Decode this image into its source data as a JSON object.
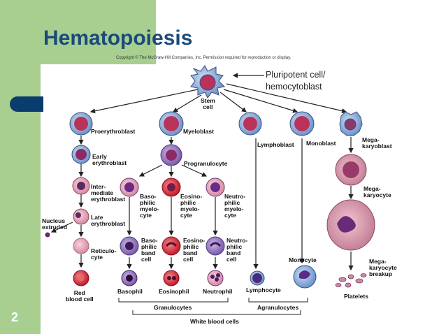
{
  "slide": {
    "title": "Hematopoiesis",
    "number": "2"
  },
  "copyright": "Copyright © The McGraw-Hill Companies, Inc. Permission required for reproduction or display.",
  "note": {
    "line1": "Pluripotent cell/",
    "line2": "hemocytoblast"
  },
  "labels": {
    "stem_cell": "Stem\ncell",
    "proerythroblast": "Proerythroblast",
    "myeloblast": "Myeloblast",
    "lymphoblast": "Lymphoblast",
    "monoblast": "Monoblast",
    "megakaryoblast": "Mega-\nkaryoblast",
    "early_erythroblast": "Early\nerythroblast",
    "progranulocyte": "Progranulocyte",
    "intermediate_erythroblast": "Inter-\nmediate\nerythroblast",
    "basophilic_myelocyte": "Baso-\nphilic\nmyelo-\ncyte",
    "eosinophilic_myelocyte": "Eosino-\nphilic\nmyelo-\ncyte",
    "neutrophilic_myelocyte": "Neutro-\nphilic\nmyelo-\ncyte",
    "megakaryocyte": "Mega-\nkaryocyte",
    "nucleus_extruded": "Nucleus\nextruded",
    "late_erythroblast": "Late\nerythroblast",
    "basophilic_band": "Baso-\nphilic\nband\ncell",
    "eosinophilic_band": "Eosino-\nphilic\nband\ncell",
    "neutrophilic_band": "Neutro-\nphilic\nband\ncell",
    "reticulocyte": "Reticulo-\ncyte",
    "megakaryocyte_breakup": "Mega-\nkaryocyte\nbreakup",
    "monocyte": "Monocyte",
    "red_blood_cell": "Red\nblood cell",
    "basophil": "Basophil",
    "eosinophil": "Eosinophil",
    "neutrophil": "Neutrophil",
    "lymphocyte": "Lymphocyte",
    "platelets": "Platelets",
    "granulocytes": "Granulocytes",
    "agranulocytes": "Agranulocytes",
    "white_blood_cells": "White blood cells"
  }
}
